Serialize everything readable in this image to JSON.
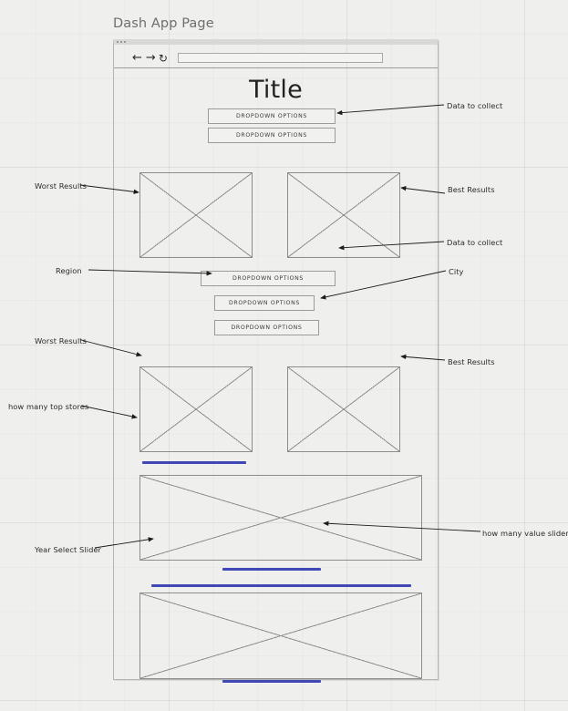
{
  "page": {
    "heading": "Dash App Page",
    "background_color": "#efefee",
    "grid_line_color": "#e3e3e2"
  },
  "browser": {
    "toolbar": {
      "back_icon": "←",
      "forward_icon": "→",
      "reload_icon": "↻",
      "url_value": "",
      "url_placeholder": ""
    }
  },
  "app": {
    "title": "Title",
    "dropdowns": [
      {
        "label": "DROPDOWN OPTIONS"
      },
      {
        "label": "DROPDOWN OPTIONS"
      },
      {
        "label": "DROPDOWN OPTIONS"
      },
      {
        "label": "DROPDOWN OPTIONS"
      },
      {
        "label": "DROPDOWN OPTIONS"
      }
    ],
    "charts": [
      {
        "name": "chart-worst-results-top"
      },
      {
        "name": "chart-best-results-top"
      },
      {
        "name": "chart-worst-results-mid"
      },
      {
        "name": "chart-best-results-mid"
      },
      {
        "name": "chart-wide-upper"
      },
      {
        "name": "chart-wide-lower"
      }
    ],
    "sliders": [
      {
        "name": "top-stores-slider",
        "color": "#3f48b5"
      },
      {
        "name": "value-slider",
        "color": "#3f48b5"
      },
      {
        "name": "year-select-slider",
        "color": "#3f48b5"
      },
      {
        "name": "bottom-slider",
        "color": "#3f48b5"
      }
    ]
  },
  "annotations": [
    {
      "id": "data-to-collect-1",
      "text": "Data to collect"
    },
    {
      "id": "worst-results-1",
      "text": "Worst Results"
    },
    {
      "id": "best-results-1",
      "text": "Best Results"
    },
    {
      "id": "data-to-collect-2",
      "text": "Data to collect"
    },
    {
      "id": "region",
      "text": "Region"
    },
    {
      "id": "city",
      "text": "City"
    },
    {
      "id": "worst-results-2",
      "text": "Worst Results"
    },
    {
      "id": "best-results-2",
      "text": "Best Results"
    },
    {
      "id": "how-many-top-stores",
      "text": "how many top stores"
    },
    {
      "id": "how-many-value",
      "text": "how many value slider"
    },
    {
      "id": "year-select",
      "text": "Year Select Slider"
    }
  ]
}
